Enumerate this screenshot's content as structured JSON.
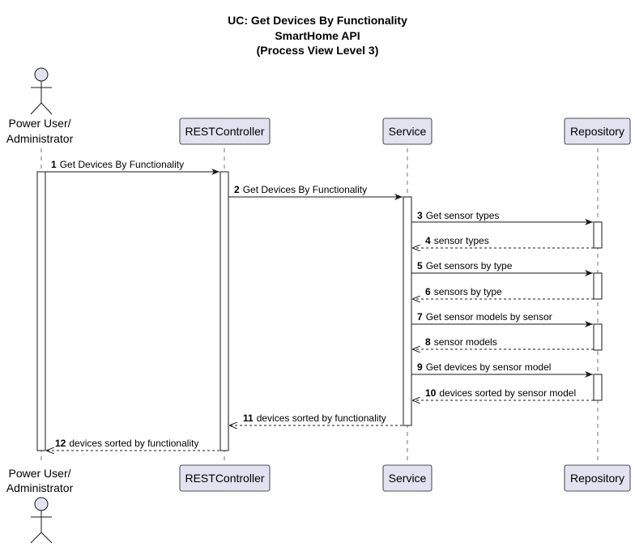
{
  "title": {
    "line1": "UC: Get Devices By Functionality",
    "line2": "SmartHome API",
    "line3": "(Process View Level 3)"
  },
  "participants": {
    "actor": {
      "label_line1": "Power User/",
      "label_line2": "Administrator"
    },
    "controller": {
      "label": "RESTController"
    },
    "service": {
      "label": "Service"
    },
    "repository": {
      "label": "Repository"
    }
  },
  "messages": [
    {
      "num": "1",
      "text": "Get Devices By Functionality",
      "from": "actor",
      "to": "controller",
      "style": "solid"
    },
    {
      "num": "2",
      "text": "Get Devices By Functionality",
      "from": "controller",
      "to": "service",
      "style": "solid"
    },
    {
      "num": "3",
      "text": "Get sensor types",
      "from": "service",
      "to": "repository",
      "style": "solid"
    },
    {
      "num": "4",
      "text": "sensor types",
      "from": "repository",
      "to": "service",
      "style": "dashed"
    },
    {
      "num": "5",
      "text": "Get sensors by type",
      "from": "service",
      "to": "repository",
      "style": "solid"
    },
    {
      "num": "6",
      "text": "sensors by type",
      "from": "repository",
      "to": "service",
      "style": "dashed"
    },
    {
      "num": "7",
      "text": "Get sensor models by sensor",
      "from": "service",
      "to": "repository",
      "style": "solid"
    },
    {
      "num": "8",
      "text": "sensor models",
      "from": "repository",
      "to": "service",
      "style": "dashed"
    },
    {
      "num": "9",
      "text": "Get devices by sensor model",
      "from": "service",
      "to": "repository",
      "style": "solid"
    },
    {
      "num": "10",
      "text": "devices sorted by sensor model",
      "from": "repository",
      "to": "service",
      "style": "dashed"
    },
    {
      "num": "11",
      "text": "devices sorted by functionality",
      "from": "service",
      "to": "controller",
      "style": "dashed"
    },
    {
      "num": "12",
      "text": "devices sorted by functionality",
      "from": "controller",
      "to": "actor",
      "style": "dashed"
    }
  ]
}
